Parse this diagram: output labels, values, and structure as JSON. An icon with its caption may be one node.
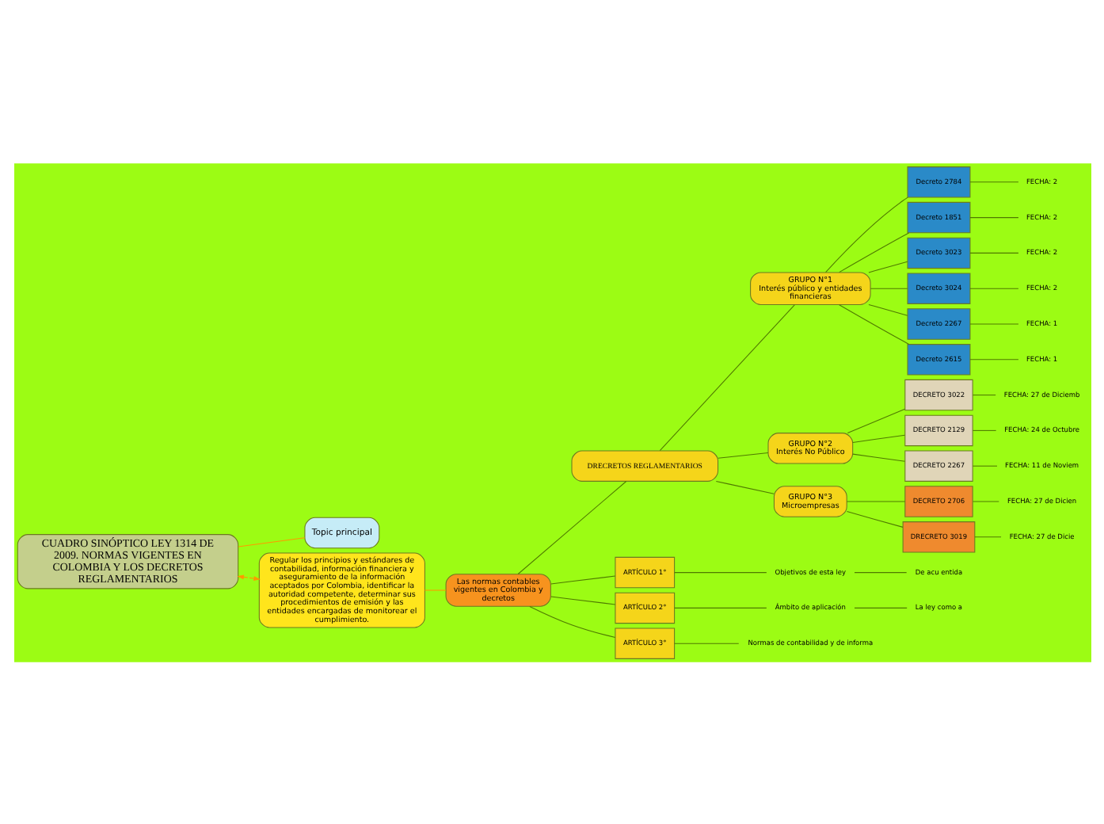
{
  "diagram": {
    "nodes": [
      {
        "text": [
          "Topic principal"
        ]
      },
      {
        "text": [
          "CUADRO SINÓPTICO LEY 1314 DE 2009. NORMAS VIGENTES EN COLOMBIA Y LOS DECRETOS REGLAMENTARIOS"
        ]
      },
      {
        "text": [
          "Regular los principios y estándares de contabilidad, información financiera y aseguramiento de la información aceptados por Colombia, identificar la autoridad competente, determinar sus procedimientos de emisión y las entidades encargadas de monitorear el cumplimiento."
        ]
      },
      {
        "text": [
          "Las normas contables vigentes en Colombia y decretos"
        ]
      },
      {
        "text": [
          "DRECRETOS REGLAMENTARIOS"
        ]
      },
      {
        "text": [
          "GRUPO N°1",
          "Interés público y entidades financieras"
        ]
      },
      {
        "text": [
          "Decreto 2784"
        ]
      },
      {
        "text": [
          "Decreto 1851"
        ]
      },
      {
        "text": [
          "Decreto 3023"
        ]
      },
      {
        "text": [
          "Decreto 3024"
        ]
      },
      {
        "text": [
          "Decreto 2267"
        ]
      },
      {
        "text": [
          "Decreto 2615"
        ]
      },
      {
        "text": [
          "FECHA: 2"
        ]
      },
      {
        "text": [
          "FECHA: 2"
        ]
      },
      {
        "text": [
          "FECHA: 2"
        ]
      },
      {
        "text": [
          "FECHA: 2"
        ]
      },
      {
        "text": [
          "FECHA: 1"
        ]
      },
      {
        "text": [
          "FECHA: 1"
        ]
      },
      {
        "text": [
          "GRUPO N°2",
          "Interés No Público"
        ]
      },
      {
        "text": [
          "DECRETO 3022"
        ]
      },
      {
        "text": [
          "DECRETO 2129"
        ]
      },
      {
        "text": [
          "DECRETO 2267"
        ]
      },
      {
        "text": [
          "FECHA: 27 de Diciemb"
        ]
      },
      {
        "text": [
          "FECHA: 24 de Octubre"
        ]
      },
      {
        "text": [
          "FECHA: 11 de Noviem"
        ]
      },
      {
        "text": [
          "GRUPO N°3",
          "Microempresas"
        ]
      },
      {
        "text": [
          "DECRETO 2706"
        ]
      },
      {
        "text": [
          "DRECRETO 3019"
        ]
      },
      {
        "text": [
          "FECHA: 27 de Dicien"
        ]
      },
      {
        "text": [
          "FECHA: 27 de Dicie"
        ]
      },
      {
        "text": [
          "ARTÍCULO 1°"
        ]
      },
      {
        "text": [
          "ARTÍCULO 2°"
        ]
      },
      {
        "text": [
          "ARTÍCULO 3°"
        ]
      },
      {
        "text": [
          "Objetivos de esta ley"
        ]
      },
      {
        "text": [
          "De acu entida"
        ]
      },
      {
        "text": [
          "Ámbito de aplicación"
        ]
      },
      {
        "text": [
          "La ley como a"
        ]
      },
      {
        "text": [
          "Normas de contabilidad y de informa"
        ]
      }
    ],
    "edges": [
      {
        "from": 1,
        "to": 0,
        "arrow": "none",
        "color": "#ff9900"
      },
      {
        "from": 1,
        "to": 2,
        "arrow": "both",
        "style": "dashed",
        "color": "#ff9900"
      },
      {
        "from": 2,
        "to": 3,
        "arrow": "none",
        "color": "#ff9900"
      },
      {
        "from": 3,
        "to": 4,
        "arrow": "none"
      },
      {
        "from": 4,
        "to": 5,
        "arrow": "none"
      },
      {
        "from": 4,
        "to": 18,
        "arrow": "none"
      },
      {
        "from": 4,
        "to": 25,
        "arrow": "none"
      },
      {
        "from": 5,
        "to": 6,
        "arrow": "none"
      },
      {
        "from": 5,
        "to": 7,
        "arrow": "none"
      },
      {
        "from": 5,
        "to": 8,
        "arrow": "none"
      },
      {
        "from": 5,
        "to": 9,
        "arrow": "none"
      },
      {
        "from": 5,
        "to": 10,
        "arrow": "none"
      },
      {
        "from": 5,
        "to": 11,
        "arrow": "none"
      },
      {
        "from": 6,
        "to": 12,
        "arrow": "none"
      },
      {
        "from": 7,
        "to": 13,
        "arrow": "none"
      },
      {
        "from": 8,
        "to": 14,
        "arrow": "none"
      },
      {
        "from": 9,
        "to": 15,
        "arrow": "none"
      },
      {
        "from": 10,
        "to": 16,
        "arrow": "none"
      },
      {
        "from": 11,
        "to": 17,
        "arrow": "none"
      },
      {
        "from": 18,
        "to": 19,
        "arrow": "none"
      },
      {
        "from": 18,
        "to": 20,
        "arrow": "none"
      },
      {
        "from": 18,
        "to": 21,
        "arrow": "none"
      },
      {
        "from": 19,
        "to": 22,
        "arrow": "none"
      },
      {
        "from": 20,
        "to": 23,
        "arrow": "none"
      },
      {
        "from": 21,
        "to": 24,
        "arrow": "none"
      },
      {
        "from": 25,
        "to": 26,
        "arrow": "none"
      },
      {
        "from": 25,
        "to": 27,
        "arrow": "none"
      },
      {
        "from": 26,
        "to": 28,
        "arrow": "none"
      },
      {
        "from": 27,
        "to": 29,
        "arrow": "none"
      },
      {
        "from": 3,
        "to": 30,
        "arrow": "none"
      },
      {
        "from": 3,
        "to": 31,
        "arrow": "none"
      },
      {
        "from": 3,
        "to": 32,
        "arrow": "none"
      },
      {
        "from": 30,
        "to": 33,
        "arrow": "none"
      },
      {
        "from": 33,
        "to": 34,
        "arrow": "none"
      },
      {
        "from": 31,
        "to": 35,
        "arrow": "none"
      },
      {
        "from": 35,
        "to": 36,
        "arrow": "none"
      },
      {
        "from": 32,
        "to": 37,
        "arrow": "none"
      }
    ]
  }
}
